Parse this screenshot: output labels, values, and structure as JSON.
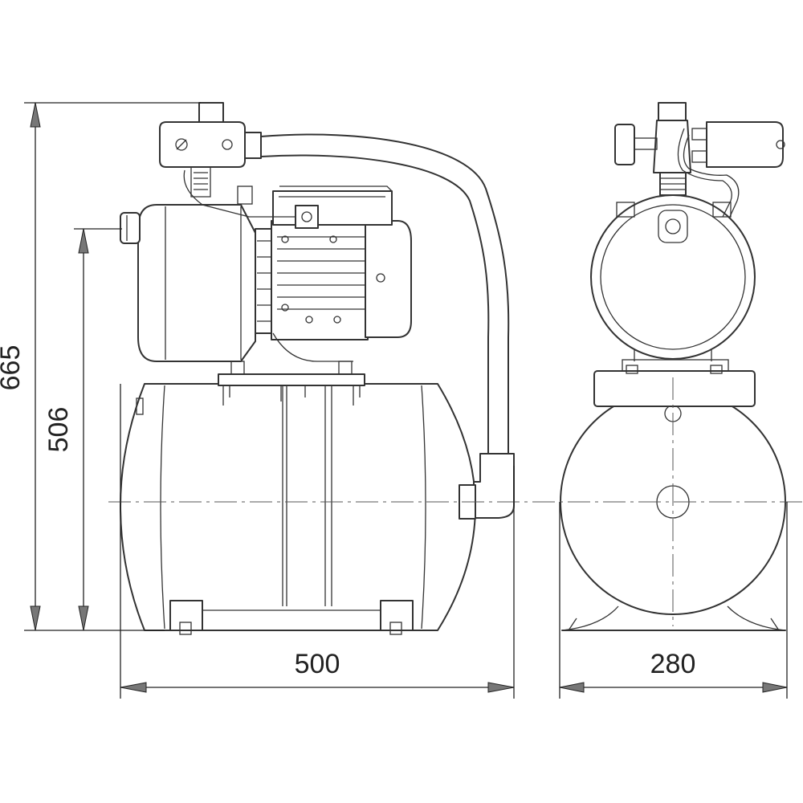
{
  "dimensions": {
    "overall_height": "665",
    "pump_height": "506",
    "width": "500",
    "depth": "280"
  }
}
